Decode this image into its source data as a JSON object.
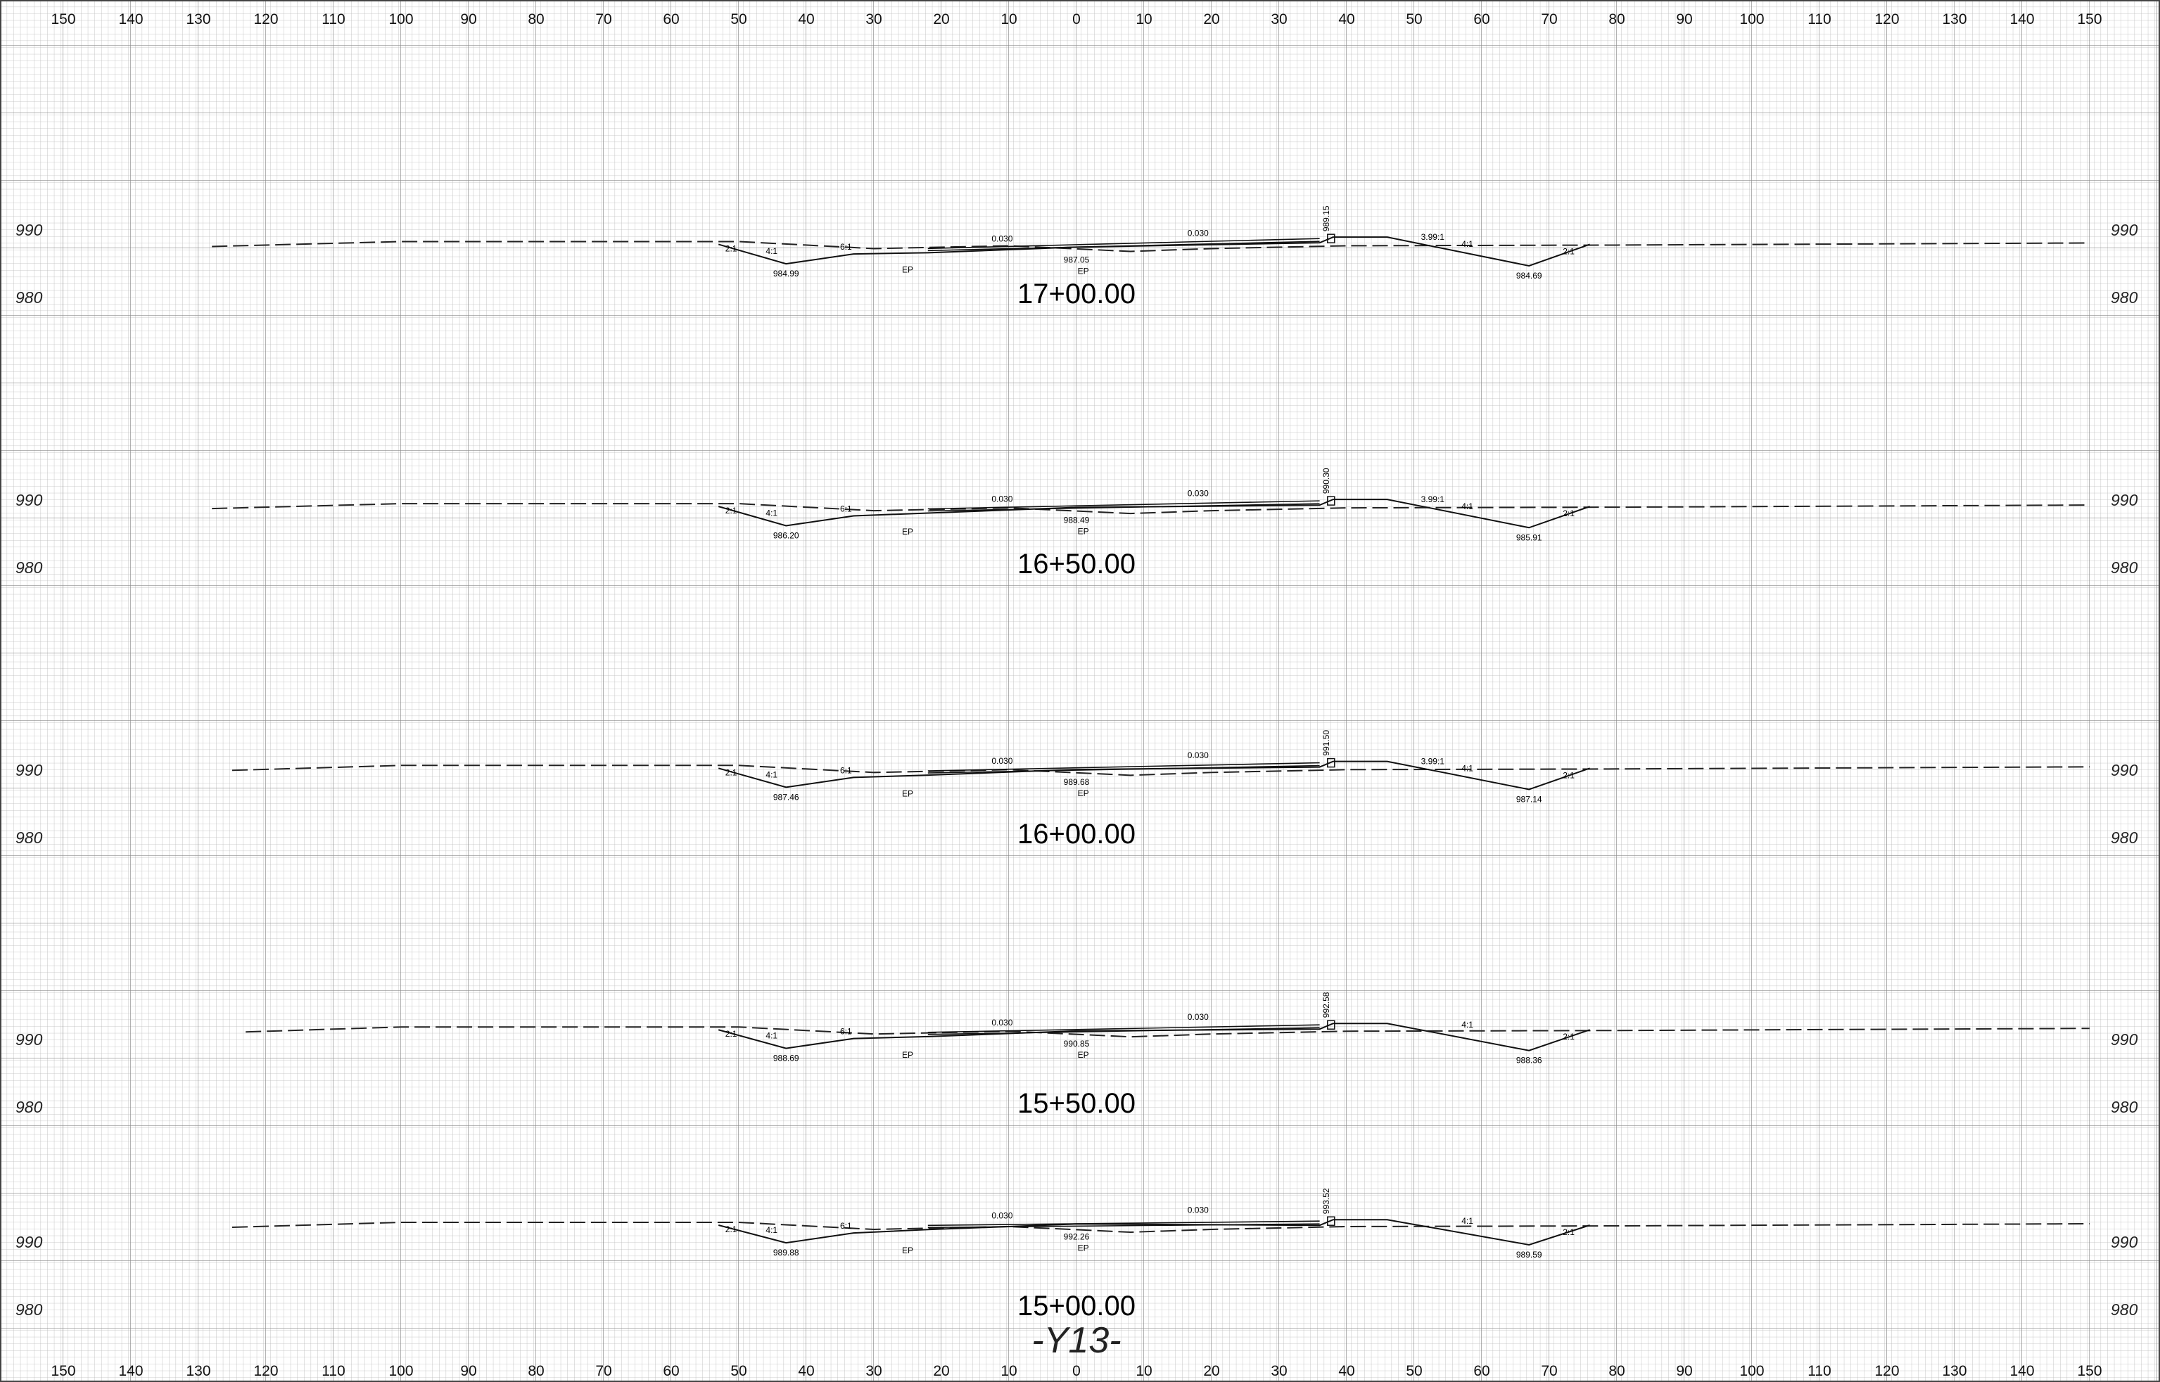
{
  "sheet_title": "-Y13-",
  "x_axis": {
    "top_labels": [
      "150",
      "140",
      "130",
      "120",
      "110",
      "100",
      "90",
      "80",
      "70",
      "60",
      "50",
      "40",
      "30",
      "20",
      "10",
      "0",
      "10",
      "20",
      "30",
      "40",
      "50",
      "60",
      "70",
      "80",
      "90",
      "100",
      "110",
      "120",
      "130",
      "140",
      "150"
    ],
    "bottom_labels": [
      "150",
      "140",
      "130",
      "120",
      "110",
      "100",
      "90",
      "80",
      "70",
      "60",
      "50",
      "40",
      "30",
      "20",
      "10",
      "0",
      "10",
      "20",
      "30",
      "40",
      "50",
      "60",
      "70",
      "80",
      "90",
      "100",
      "110",
      "120",
      "130",
      "140",
      "150"
    ]
  },
  "sections": [
    {
      "station": "17+00.00",
      "elev_labels": [
        "990",
        "980"
      ],
      "top_elev": "989.15",
      "slope_left": "0.030",
      "slope_right": "0.030",
      "center_elev": "987.05",
      "left_ditch": "984.99",
      "right_ditch": "984.69",
      "ep": "EP",
      "ep2": "EP",
      "left_labels": [
        "2:1",
        "4:1",
        "6:1"
      ],
      "right_labels": [
        "3.99:1",
        "4:1",
        "2:1"
      ]
    },
    {
      "station": "16+50.00",
      "elev_labels": [
        "990",
        "980"
      ],
      "top_elev": "990.30",
      "slope_left": "0.030",
      "slope_right": "0.030",
      "center_elev": "988.49",
      "left_ditch": "986.20",
      "right_ditch": "985.91",
      "ep": "EP",
      "ep2": "EP",
      "left_labels": [
        "2:1",
        "4:1",
        "6:1"
      ],
      "right_labels": [
        "3.99:1",
        "4:1",
        "2:1"
      ]
    },
    {
      "station": "16+00.00",
      "elev_labels": [
        "990",
        "980"
      ],
      "top_elev": "991.50",
      "slope_left": "0.030",
      "slope_right": "0.030",
      "center_elev": "989.68",
      "left_ditch": "987.46",
      "right_ditch": "987.14",
      "ep": "EP",
      "ep2": "EP",
      "left_labels": [
        "2:1",
        "4:1",
        "6:1"
      ],
      "right_labels": [
        "3.99:1",
        "4:1",
        "2:1"
      ]
    },
    {
      "station": "15+50.00",
      "elev_labels": [
        "990",
        "980"
      ],
      "top_elev": "992.58",
      "slope_left": "0.030",
      "slope_right": "0.030",
      "center_elev": "990.85",
      "left_ditch": "988.69",
      "right_ditch": "988.36",
      "ep": "EP",
      "ep2": "EP",
      "left_labels": [
        "2:1",
        "4:1",
        "6:1"
      ],
      "right_labels": [
        "4:1",
        "2:1"
      ]
    },
    {
      "station": "15+00.00",
      "elev_labels": [
        "990",
        "980"
      ],
      "top_elev": "993.52",
      "slope_left": "0.030",
      "slope_right": "0.030",
      "center_elev": "992.26",
      "left_ditch": "989.88",
      "right_ditch": "989.59",
      "ep": "EP",
      "ep2": "EP",
      "left_labels": [
        "2:1",
        "4:1",
        "6:1"
      ],
      "right_labels": [
        "4:1",
        "2:1"
      ]
    }
  ]
}
